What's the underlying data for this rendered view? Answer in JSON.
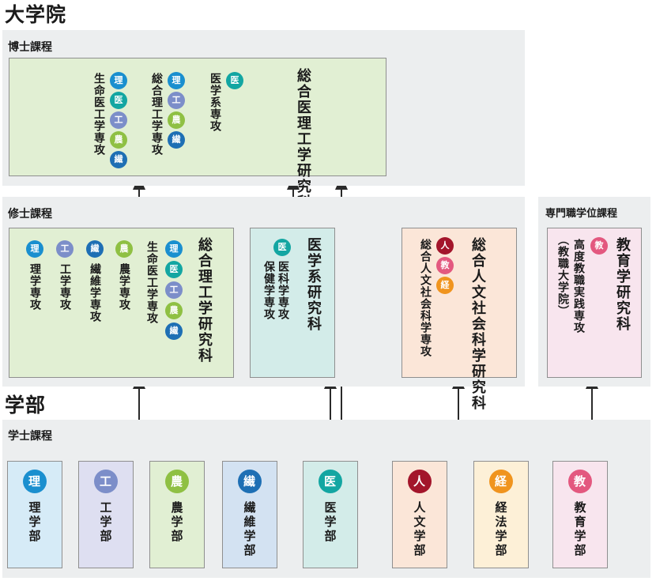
{
  "sections": {
    "graduate": "大学院",
    "undergrad": "学部"
  },
  "panels": {
    "doctor": "博士課程",
    "master": "修士課程",
    "professional": "専門職学位課程",
    "bachelor": "学士課程"
  },
  "doctor": {
    "title": "総合医理工学研究科",
    "majors": [
      {
        "name": "医学系専攻",
        "badges": [
          "医"
        ]
      },
      {
        "name": "総合理工学専攻",
        "badges": [
          "理",
          "工",
          "農",
          "繊"
        ]
      },
      {
        "name": "生命医工学専攻",
        "badges": [
          "理",
          "医",
          "工",
          "農",
          "繊"
        ]
      }
    ]
  },
  "master": {
    "sogo": {
      "title": "総合理工学研究科",
      "majors": [
        {
          "name": "生命医工学専攻",
          "badges": [
            "理",
            "医",
            "工",
            "農",
            "繊"
          ]
        },
        {
          "name": "農学専攻",
          "badges": [
            "農"
          ]
        },
        {
          "name": "繊維学専攻",
          "badges": [
            "繊"
          ]
        },
        {
          "name": "工学専攻",
          "badges": [
            "工"
          ]
        },
        {
          "name": "理学専攻",
          "badges": [
            "理"
          ]
        }
      ]
    },
    "igaku": {
      "title": "医学系研究科",
      "majors": [
        {
          "name": "医科学専攻",
          "badges": [
            "医"
          ]
        },
        {
          "name": "保健学専攻",
          "badges": []
        }
      ]
    },
    "jinbun": {
      "title": "総合人文社会科学研究科",
      "majors": [
        {
          "name": "総合人文社会科学専攻",
          "badges": [
            "人",
            "教",
            "経"
          ]
        }
      ]
    }
  },
  "professional": {
    "title": "教育学研究科",
    "major": "高度教職実践専攻",
    "note": "（教職大学院）",
    "badges": [
      "教"
    ]
  },
  "faculties": [
    {
      "badge": "理",
      "name": "理学部"
    },
    {
      "badge": "工",
      "name": "工学部"
    },
    {
      "badge": "農",
      "name": "農学部"
    },
    {
      "badge": "繊",
      "name": "繊維学部"
    },
    {
      "badge": "医",
      "name": "医学部"
    },
    {
      "badge": "人",
      "name": "人文学部"
    },
    {
      "badge": "経",
      "name": "経法学部"
    },
    {
      "badge": "教",
      "name": "教育学部"
    }
  ],
  "colors": {
    "理": "#1a8fcf",
    "医": "#13a6a2",
    "工": "#7c8ec9",
    "農": "#8fc043",
    "繊": "#1e6fb4",
    "人": "#a3152b",
    "教": "#e3587f",
    "経": "#f0941e",
    "panel": "#eceeef",
    "line": "#2a2a2a"
  }
}
